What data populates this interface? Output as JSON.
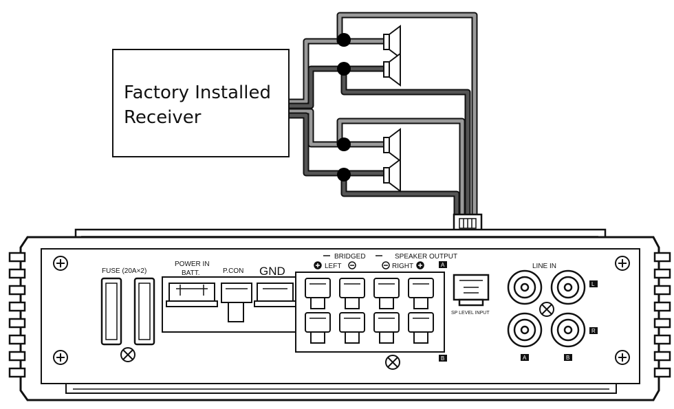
{
  "receiver": {
    "line1": "Factory Installed",
    "line2": "Receiver"
  },
  "panel": {
    "fuse": "FUSE (20A×2)",
    "power_in": "POWER IN",
    "batt": "BATT.",
    "pcon": "P.CON",
    "gnd": "GND",
    "bridged": "BRIDGED",
    "left": "LEFT",
    "right": "RIGHT",
    "speaker_output": "SPEAKER OUTPUT",
    "sp_level_input": "SP LEVEL INPUT",
    "line_in": "LINE IN",
    "badge_a": "A",
    "badge_b": "B",
    "badge_l": "L",
    "badge_r": "R"
  },
  "colors": {
    "ink": "#111111",
    "wire_gray": "#9a9a9a",
    "wire_dark": "#333333"
  }
}
